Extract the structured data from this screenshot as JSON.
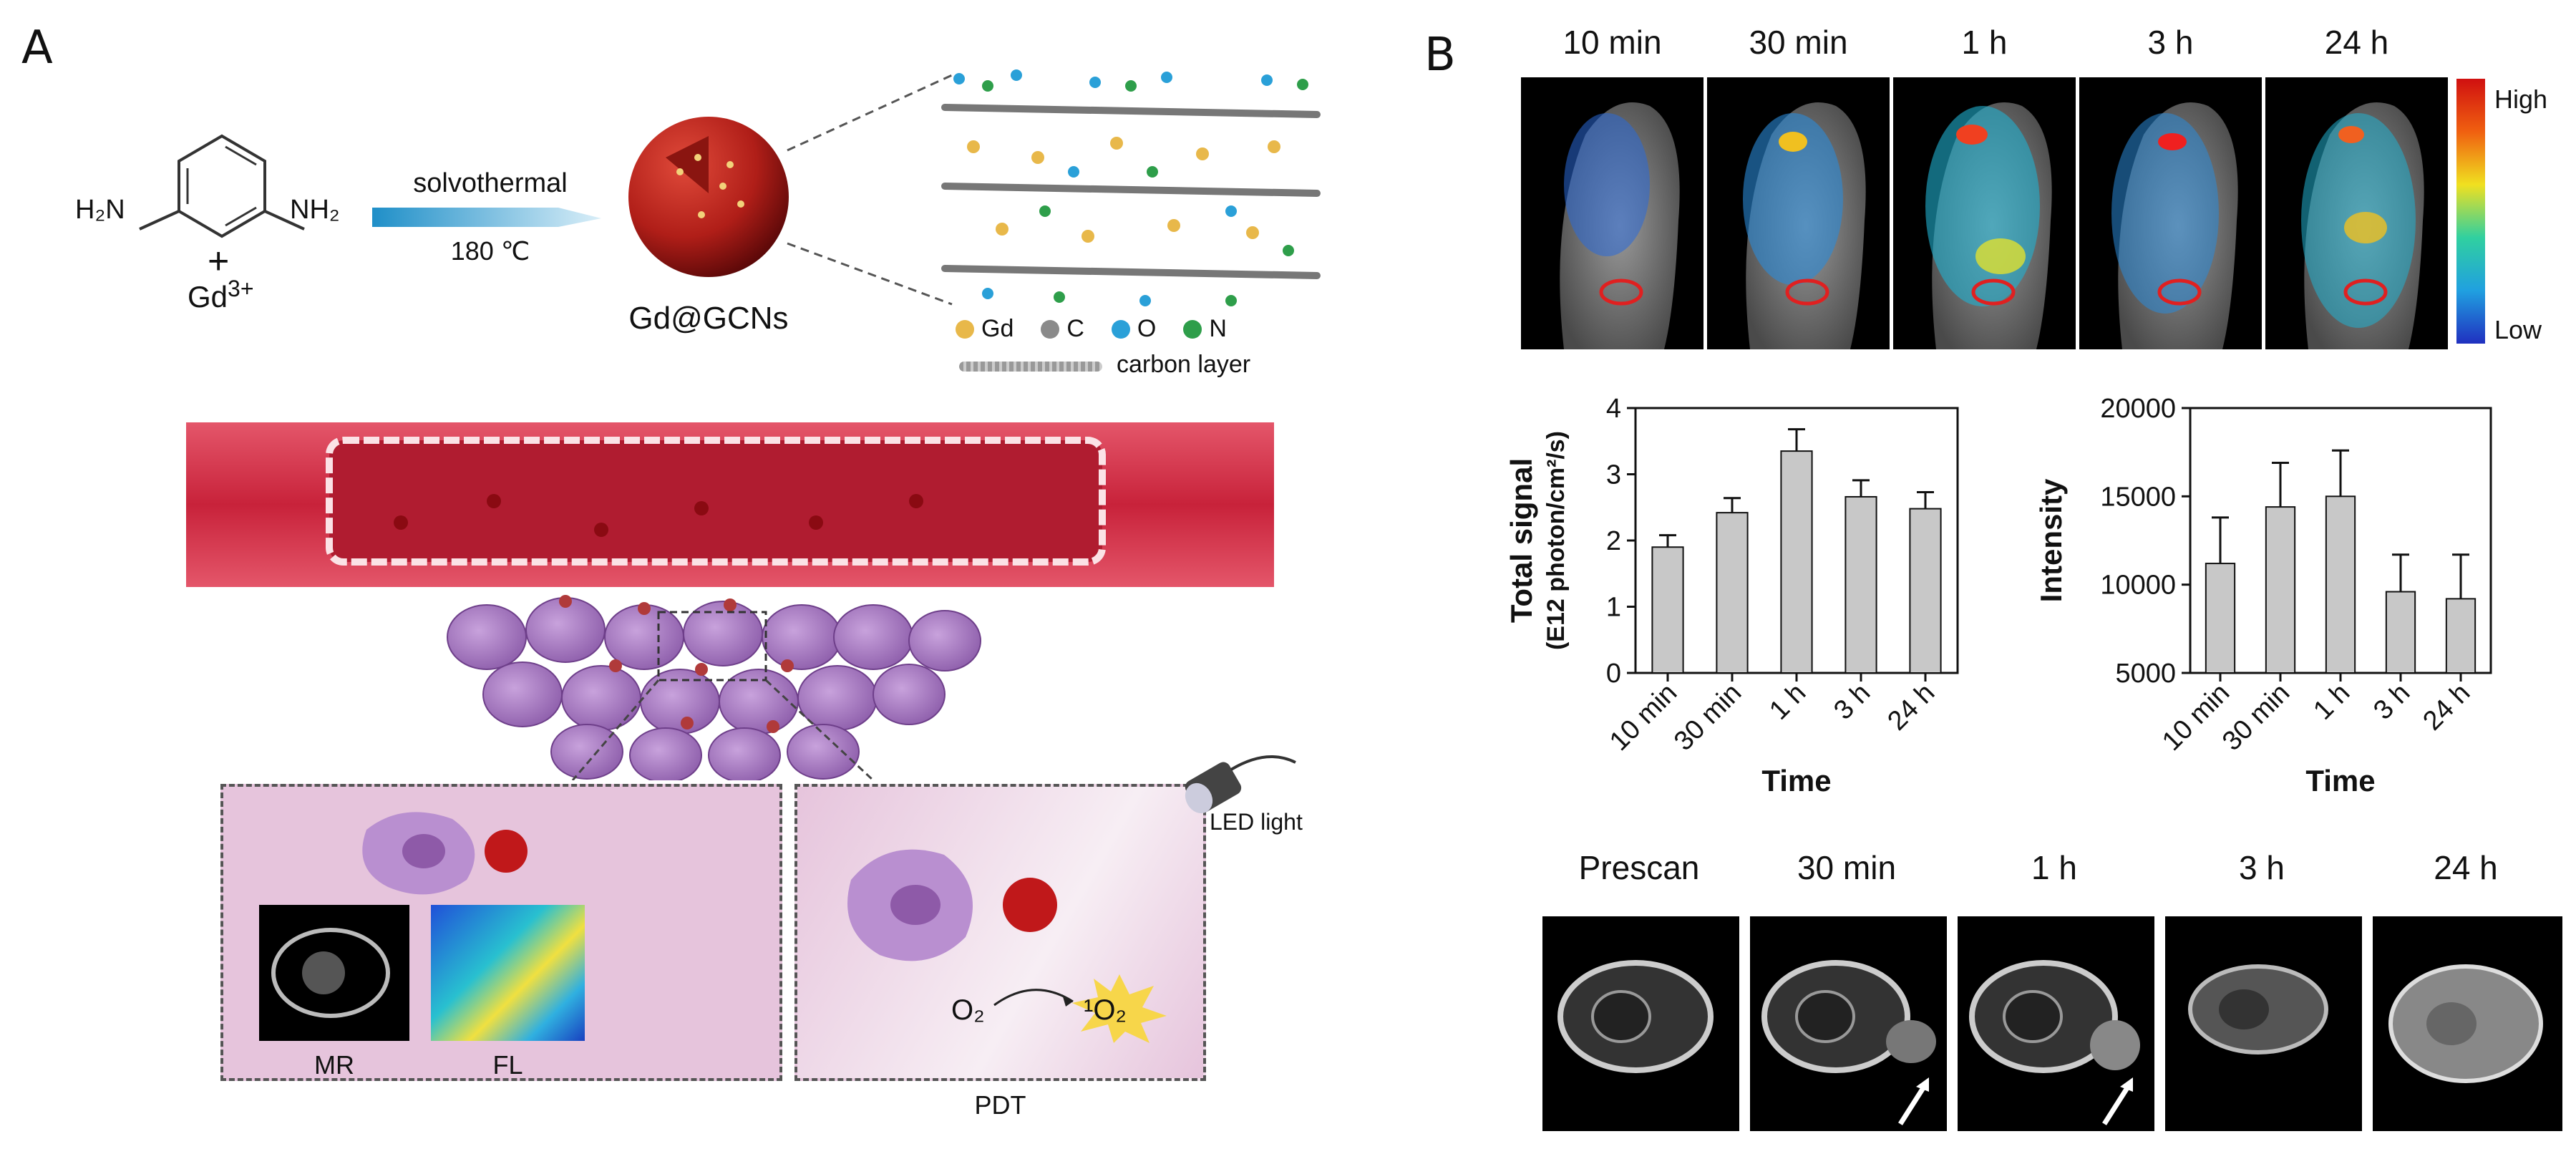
{
  "panels": {
    "a_label": "A",
    "b_label": "B"
  },
  "synthesis": {
    "amine_left": "H₂N",
    "amine_right": "NH₂",
    "plus": "+",
    "gd_ion": "Gd",
    "gd_charge": "3+",
    "condition_top": "solvothermal",
    "condition_bottom": "180 ℃",
    "product": "Gd@GCNs"
  },
  "legend": {
    "items": [
      {
        "label": "Gd",
        "color": "#e8b84a"
      },
      {
        "label": "C",
        "color": "#8a8a8a"
      },
      {
        "label": "O",
        "color": "#2aa0d8"
      },
      {
        "label": "N",
        "color": "#2e9e4a"
      }
    ],
    "carbon_layer": "carbon layer"
  },
  "insets": {
    "mr_label": "MR",
    "fl_label": "FL",
    "pdt_label": "PDT",
    "led_label": "LED light",
    "o2": "O₂",
    "singlet_o2": "¹O₂"
  },
  "fluorescence": {
    "timepoints": [
      "10 min",
      "30 min",
      "1 h",
      "3 h",
      "24 h"
    ],
    "scale_high": "High",
    "scale_low": "Low"
  },
  "mri_row": {
    "timepoints": [
      "Prescan",
      "30 min",
      "1 h",
      "3 h",
      "24 h"
    ]
  },
  "chart_data": [
    {
      "type": "bar",
      "categories": [
        "10 min",
        "30 min",
        "1 h",
        "3 h",
        "24 h"
      ],
      "values": [
        1.9,
        2.42,
        3.35,
        2.66,
        2.48
      ],
      "errors": [
        0.18,
        0.22,
        0.33,
        0.25,
        0.25
      ],
      "xlabel": "Time",
      "ylabel_line1": "Total signal",
      "ylabel_line2": "(E12 photon/cm²/s)",
      "ylim": [
        0,
        4
      ],
      "yticks": [
        "0",
        "1",
        "2",
        "3",
        "4"
      ],
      "bar_color": "#c8c8c8"
    },
    {
      "type": "bar",
      "categories": [
        "10 min",
        "30 min",
        "1 h",
        "3 h",
        "24 h"
      ],
      "values": [
        11200,
        14400,
        15000,
        9600,
        9200
      ],
      "errors": [
        2600,
        2500,
        2600,
        2100,
        2500
      ],
      "xlabel": "Time",
      "ylabel": "Intensity",
      "ylim": [
        5000,
        20000
      ],
      "yticks": [
        "5000",
        "10000",
        "15000",
        "20000"
      ],
      "bar_color": "#c8c8c8"
    }
  ]
}
